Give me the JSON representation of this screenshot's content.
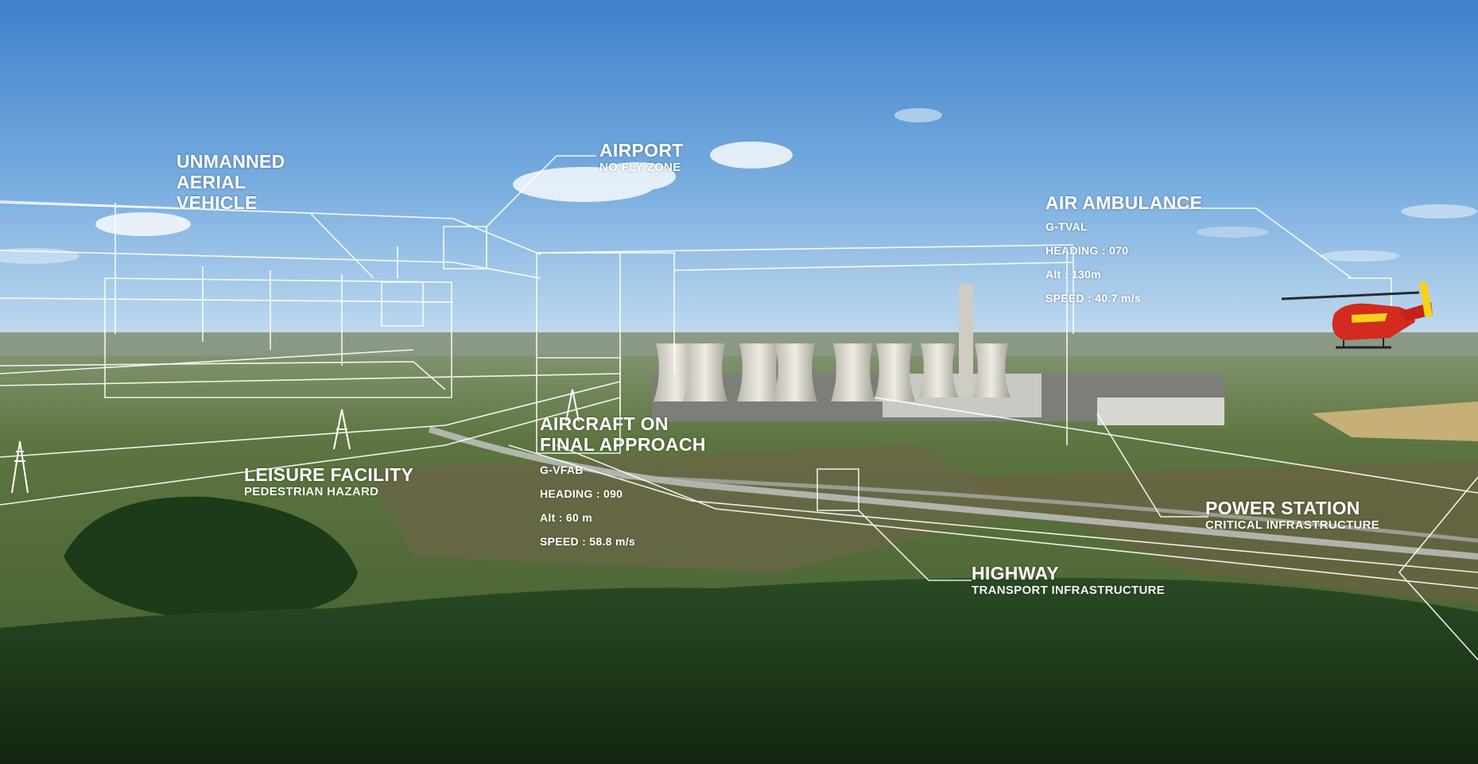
{
  "labels": {
    "uav": {
      "title": "UNMANNED\nAERIAL\nVEHICLE"
    },
    "airport": {
      "title": "AIRPORT",
      "sub": "NO FLY ZONE"
    },
    "air_ambulance": {
      "title": "AIR AMBULANCE",
      "reg": "G-TVAL",
      "heading": "HEADING : 070",
      "alt": "Alt : 130m",
      "speed": "SPEED : 40.7 m/s"
    },
    "aircraft": {
      "title": "AIRCRAFT ON\nFINAL APPROACH",
      "reg": "G-VFAB",
      "heading": "HEADING : 090",
      "alt": "Alt : 60  m",
      "speed": "SPEED : 58.8 m/s"
    },
    "leisure": {
      "title": "LEISURE FACILITY",
      "sub": "PEDESTRIAN HAZARD"
    },
    "power": {
      "title": "POWER STATION",
      "sub": "CRITICAL INFRASTRUCTURE"
    },
    "highway": {
      "title": "HIGHWAY",
      "sub": "TRANSPORT INFRASTRUCTURE"
    }
  },
  "colors": {
    "sky_top": "#4f8fd3",
    "sky_horizon": "#b9d4ea",
    "field": "#5f7a3a",
    "forest": "#1f3a1c",
    "overlay": "#ffffff",
    "helicopter": "#d42a1f",
    "helicopter_stripe": "#f4d21c"
  }
}
